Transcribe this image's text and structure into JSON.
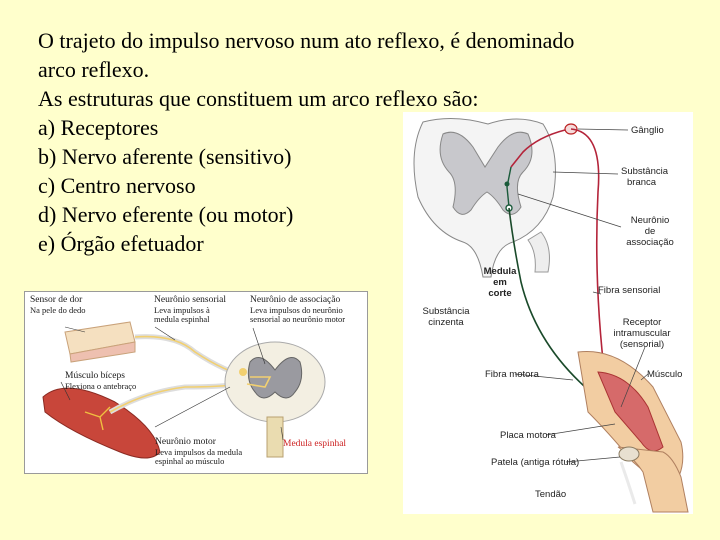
{
  "text": {
    "line1": "O trajeto do impulso  nervoso num ato reflexo, é denominado",
    "line2": "arco reflexo.",
    "line3": "As estruturas que constituem um arco reflexo são:",
    "item_a": "a) Receptores",
    "item_b": "b) Nervo aferente (sensitivo)",
    "item_c": "c) Centro nervoso",
    "item_d": "d) Nervo eferente (ou motor)",
    "item_e": "e) Órgão efetuador"
  },
  "right_figure": {
    "ganglio": "Gânglio",
    "substancia_branca_1": "Substância",
    "substancia_branca_2": "branca",
    "neuronio_assoc_1": "Neurônio",
    "neuronio_assoc_2": "de",
    "neuronio_assoc_3": "associação",
    "medula_1": "Medula",
    "medula_2": "em",
    "medula_3": "corte",
    "fibra_sensorial": "Fibra sensorial",
    "substancia_cinzenta_1": "Substância",
    "substancia_cinzenta_2": "cinzenta",
    "receptor_1": "Receptor",
    "receptor_2": "intramuscular",
    "receptor_3": "(sensorial)",
    "fibra_motora": "Fibra motora",
    "musculo": "Músculo",
    "placa_motora": "Placa motora",
    "patela": "Patela (antiga rótula)",
    "tendao": "Tendão"
  },
  "left_figure": {
    "sensor_1": "Sensor de dor",
    "sensor_2": "Na pele do dedo",
    "neur_sens_1": "Neurônio sensorial",
    "neur_sens_2": "Leva impulsos à",
    "neur_sens_3": "medula espinhal",
    "neur_assoc_1": "Neurônio de associação",
    "neur_assoc_2": "Leva impulsos do neurônio",
    "neur_assoc_3": "sensorial ao neurônio motor",
    "musculo_1": "Músculo bíceps",
    "musculo_2": "Flexiona o antebraço",
    "neur_motor_1": "Neurônio motor",
    "neur_motor_2": "Leva impulsos da medula",
    "neur_motor_3": "espinhal ao músculo",
    "medula": "Medula espinhal"
  }
}
